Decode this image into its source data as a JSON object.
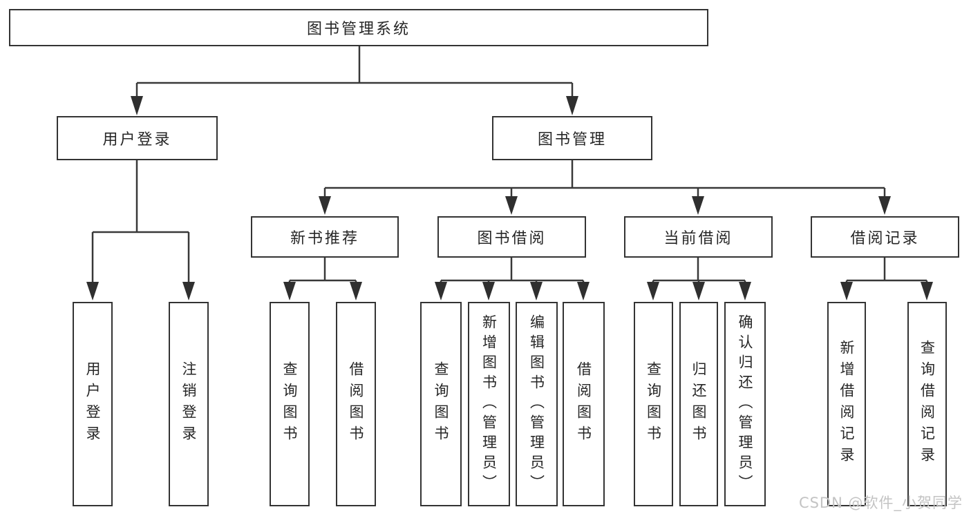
{
  "colors": {
    "background": "#ffffff",
    "box_border": "#333333",
    "connector_line": "#383838",
    "arrow_fill": "#2f2f2f",
    "text": "#262626",
    "watermark": "#c3c3c3"
  },
  "tree": {
    "label": "图书管理系统",
    "children": [
      {
        "label": "用户登录",
        "children": [
          {
            "label": "用户登录"
          },
          {
            "label": "注销登录"
          }
        ]
      },
      {
        "label": "图书管理",
        "children": [
          {
            "label": "新书推荐",
            "children": [
              {
                "label": "查询图书"
              },
              {
                "label": "借阅图书"
              }
            ]
          },
          {
            "label": "图书借阅",
            "children": [
              {
                "label": "查询图书"
              },
              {
                "label": "新增图书（管理员）"
              },
              {
                "label": "编辑图书（管理员）"
              },
              {
                "label": "借阅图书"
              }
            ]
          },
          {
            "label": "当前借阅",
            "children": [
              {
                "label": "查询图书"
              },
              {
                "label": "归还图书"
              },
              {
                "label": "确认归还（管理员）"
              }
            ]
          },
          {
            "label": "借阅记录",
            "children": [
              {
                "label": "新增借阅记录"
              },
              {
                "label": "查询借阅记录"
              }
            ]
          }
        ]
      }
    ]
  },
  "watermark": {
    "text": "CSDN @软件_小贺同学"
  }
}
